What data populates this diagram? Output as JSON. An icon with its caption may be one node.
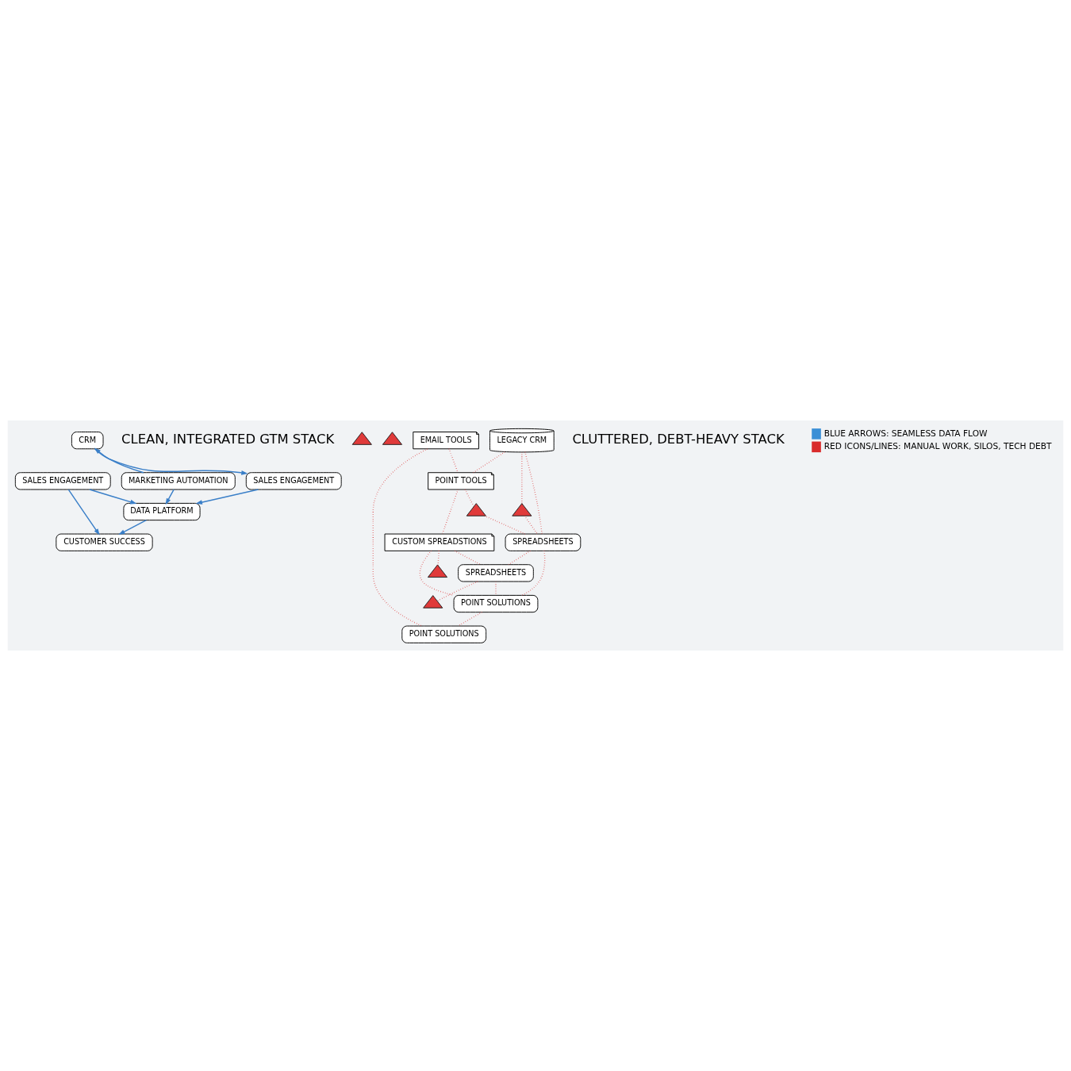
{
  "diagram": {
    "nodes": [
      {
        "text": [
          "CRM"
        ]
      },
      {
        "text": [
          "MARKETING AUTOMATION"
        ]
      },
      {
        "text": [
          "SALES ENGAGEMENT"
        ]
      },
      {
        "text": [
          "DATA PLATFORM"
        ]
      },
      {
        "text": [
          "SALES ENGAGEMENT"
        ]
      },
      {
        "text": [
          "CUSTOMER SUCCESS"
        ]
      },
      {
        "text": [
          "LEGACY CRM"
        ]
      },
      {
        "text": [
          "POINT TOOLS"
        ]
      },
      {
        "text": [
          "EMAIL TOOLS"
        ]
      },
      {
        "text": [],
        "shape": "triangle"
      },
      {
        "text": [],
        "shape": "triangle"
      },
      {
        "text": [
          "SPREADSHEETS"
        ]
      },
      {
        "text": [
          "CUSTOM SPREADSTIONS"
        ]
      },
      {
        "text": [],
        "shape": "triangle"
      },
      {
        "text": [],
        "shape": "triangle"
      },
      {
        "text": [
          "SPREADSHEETS"
        ]
      },
      {
        "text": [],
        "shape": "triangle"
      },
      {
        "text": [
          "POINT SOLUTIONS"
        ]
      },
      {
        "text": [],
        "shape": "triangle"
      },
      {
        "text": [
          "POINT SOLUTIONS"
        ]
      }
    ],
    "edges": [
      {
        "from": 1,
        "to": 0,
        "arrow": "to",
        "color": "#3a7fc8"
      },
      {
        "from": 0,
        "to": 2,
        "arrow": "to",
        "color": "#3a7fc8"
      },
      {
        "from": 1,
        "to": 3,
        "arrow": "to",
        "color": "#3a7fc8"
      },
      {
        "from": 2,
        "to": 3,
        "arrow": "to",
        "color": "#3a7fc8"
      },
      {
        "from": 4,
        "to": 3,
        "arrow": "to",
        "color": "#3a7fc8"
      },
      {
        "from": 4,
        "to": 5,
        "arrow": "to",
        "color": "#3a7fc8"
      },
      {
        "from": 3,
        "to": 5,
        "arrow": "to",
        "color": "#3a7fc8"
      },
      {
        "from": 6,
        "to": 7,
        "arrow": "none",
        "style": "dashed",
        "color": "#d92b2b"
      },
      {
        "from": 8,
        "to": 7,
        "arrow": "none",
        "style": "dashed",
        "color": "#d92b2b"
      },
      {
        "from": 6,
        "to": 9,
        "arrow": "none",
        "style": "dashed",
        "color": "#d92b2b"
      },
      {
        "from": 9,
        "to": 11,
        "arrow": "none",
        "style": "dashed",
        "color": "#d92b2b"
      },
      {
        "from": 6,
        "to": 11,
        "arrow": "none",
        "style": "dashed",
        "color": "#d92b2b"
      },
      {
        "from": 7,
        "to": 10,
        "arrow": "none",
        "style": "dashed",
        "color": "#d92b2b"
      },
      {
        "from": 7,
        "to": 12,
        "arrow": "none",
        "style": "dashed",
        "color": "#d92b2b"
      },
      {
        "from": 10,
        "to": 11,
        "arrow": "none",
        "style": "dashed",
        "color": "#d92b2b"
      },
      {
        "from": 8,
        "to": 19,
        "arrow": "none",
        "style": "dashed",
        "color": "#d92b2b"
      },
      {
        "from": 12,
        "to": 13,
        "arrow": "none",
        "style": "dashed",
        "color": "#d92b2b"
      },
      {
        "from": 12,
        "to": 17,
        "arrow": "none",
        "style": "dashed",
        "color": "#d92b2b"
      },
      {
        "from": 12,
        "to": 15,
        "arrow": "none",
        "style": "dashed",
        "color": "#d92b2b"
      },
      {
        "from": 11,
        "to": 15,
        "arrow": "none",
        "style": "dashed",
        "color": "#d92b2b"
      },
      {
        "from": 11,
        "to": 17,
        "arrow": "none",
        "style": "dashed",
        "color": "#d92b2b"
      },
      {
        "from": 15,
        "to": 17,
        "arrow": "none",
        "style": "dashed",
        "color": "#d92b2b"
      },
      {
        "from": 15,
        "to": 18,
        "arrow": "none",
        "style": "dashed",
        "color": "#d92b2b"
      },
      {
        "from": 17,
        "to": 19,
        "arrow": "none",
        "style": "dashed",
        "color": "#d92b2b"
      }
    ],
    "labels": [
      "CLEAN, INTEGRATED GTM STACK",
      "CLUTTERED, DEBT-HEAVY STACK"
    ],
    "legend": [
      {
        "text": "BLUE ARROWS: SEAMLESS DATA FLOW",
        "color": "#3a8fd6"
      },
      {
        "text": "RED ICONS/LINES: MANUAL WORK, SILOS, TECH DEBT",
        "color": "#d92b2b"
      }
    ]
  }
}
